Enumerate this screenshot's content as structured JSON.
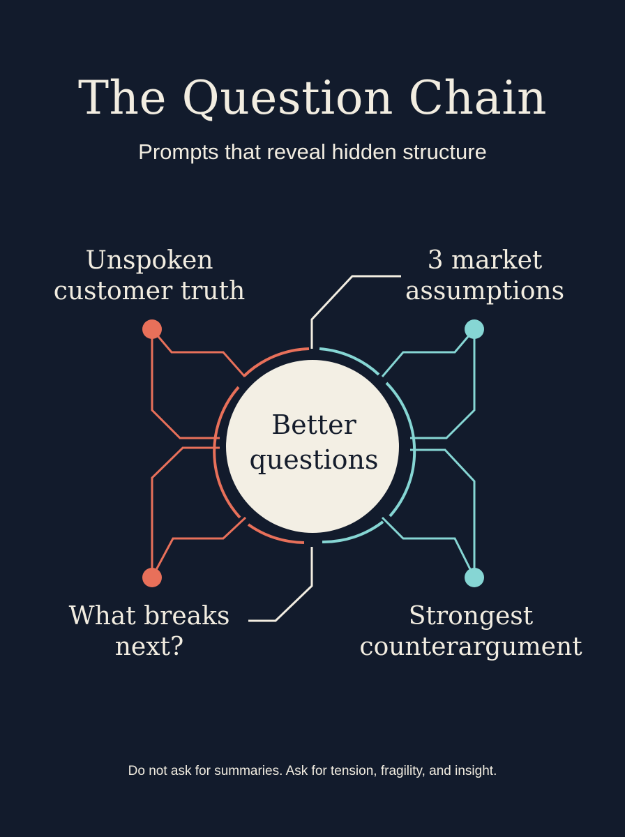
{
  "header": {
    "title": "The Question Chain",
    "subtitle": "Prompts that reveal hidden structure"
  },
  "center": {
    "line1": "Better",
    "line2": "questions"
  },
  "prompts": {
    "top_left": {
      "line1": "Unspoken",
      "line2": "customer truth"
    },
    "top_right": {
      "line1": "3 market",
      "line2": "assumptions"
    },
    "bottom_left": {
      "line1": "What breaks",
      "line2": "next?"
    },
    "bottom_right": {
      "line1": "Strongest",
      "line2": "counterargument"
    }
  },
  "footer": {
    "text": "Do not ask for summaries. Ask for tension, fragility, and insight."
  },
  "colors": {
    "background": "#121b2c",
    "text": "#f2ede1",
    "left_accent": "#e8705a",
    "right_accent": "#86d6d4",
    "center_fill": "#f3efe4",
    "neutral_line": "#f2ede1"
  }
}
